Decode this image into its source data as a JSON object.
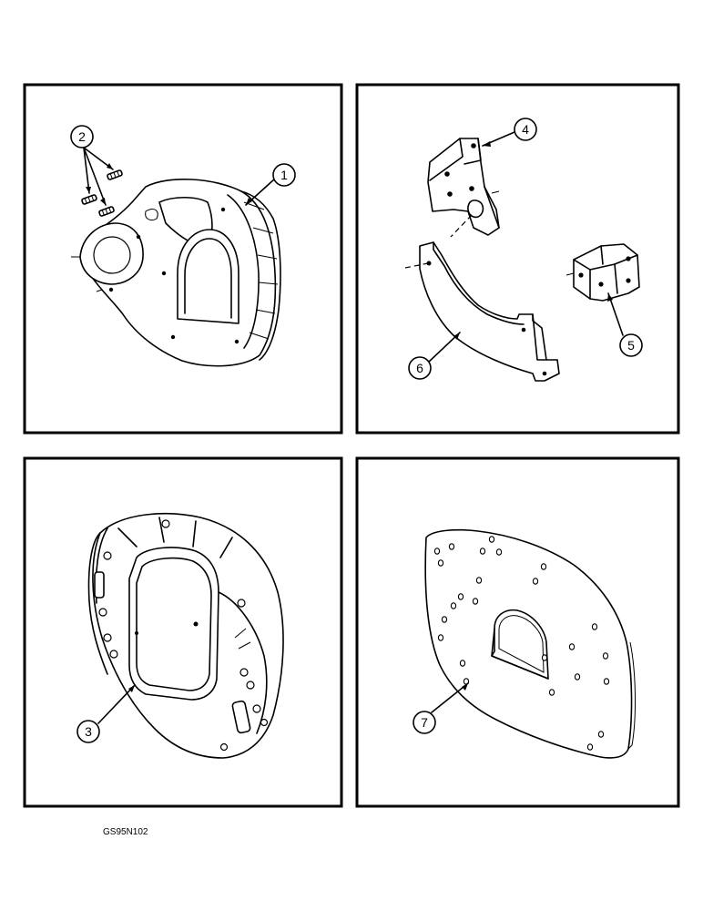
{
  "figure_code": "GS95N102",
  "panels": [
    {
      "id": "top-left",
      "callouts": [
        "1",
        "2"
      ]
    },
    {
      "id": "top-right",
      "callouts": [
        "4",
        "5",
        "6"
      ]
    },
    {
      "id": "bottom-left",
      "callouts": [
        "3"
      ]
    },
    {
      "id": "bottom-right",
      "callouts": [
        "7"
      ]
    }
  ],
  "callouts": {
    "c1": "1",
    "c2": "2",
    "c3": "3",
    "c4": "4",
    "c5": "5",
    "c6": "6",
    "c7": "7"
  }
}
